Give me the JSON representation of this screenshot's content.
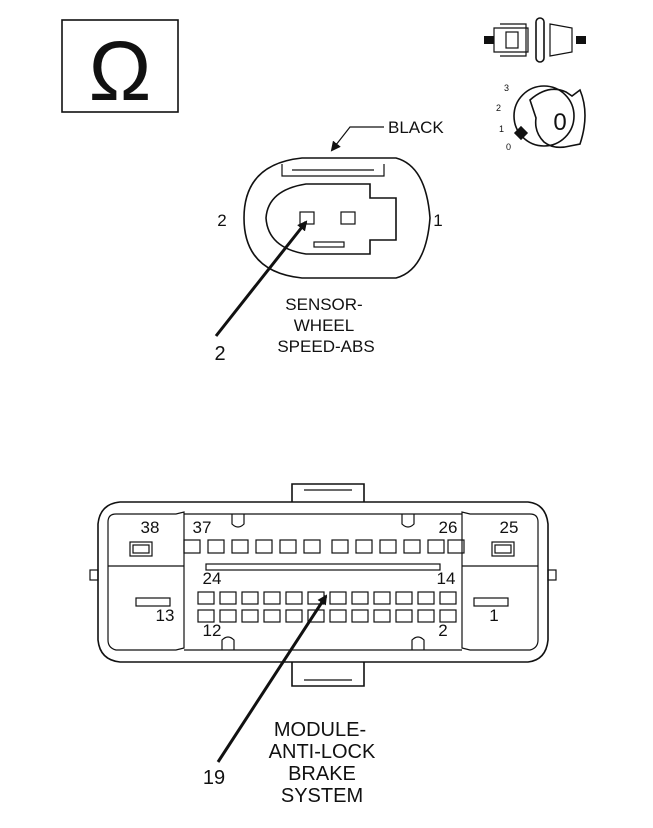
{
  "ohm_symbol": "Ω",
  "key_switch": {
    "positions": [
      "3",
      "2",
      "1",
      "0"
    ],
    "key_label": "0"
  },
  "sensor_connector": {
    "color_label": "BLACK",
    "pin_left": "2",
    "pin_right": "1",
    "callout_pin": "2",
    "name_lines": [
      "SENSOR-",
      "WHEEL",
      "SPEED-ABS"
    ]
  },
  "module_connector": {
    "pin_labels": {
      "p38": "38",
      "p37": "37",
      "p26": "26",
      "p25": "25",
      "p24": "24",
      "p14": "14",
      "p13": "13",
      "p12": "12",
      "p2": "2",
      "p1": "1"
    },
    "callout_pin": "19",
    "name_lines": [
      "MODULE-",
      "ANTI-LOCK",
      "BRAKE",
      "SYSTEM"
    ]
  },
  "colors": {
    "ink": "#111111",
    "background": "#ffffff"
  }
}
